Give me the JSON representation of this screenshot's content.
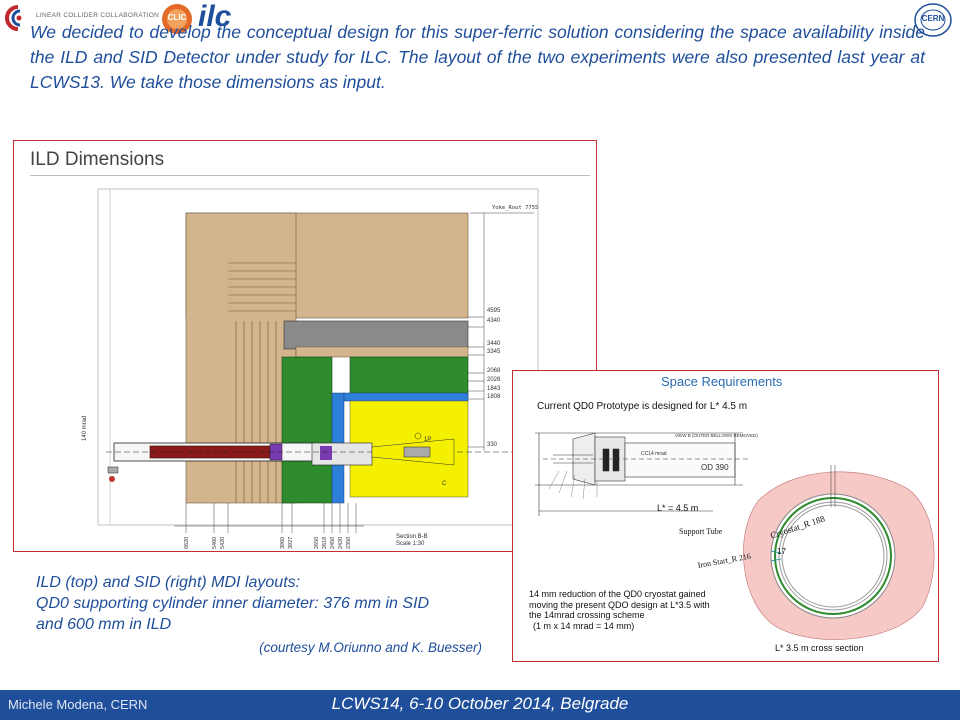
{
  "header": {
    "logo_lcc_text": "LINEAR COLLIDER COLLABORATION",
    "logo_clic_text": "CLIC",
    "logo_ilc_text": "ilc",
    "logo_cern_text": "CERN"
  },
  "intro_text": "We decided to develop the conceptual design for this super-ferric solution considering the space availability inside the ILD and SID Detector under study for ILC. The layout of the two experiments were also presented last year at LCWS13. We take those dimensions as input.",
  "ild_figure": {
    "title": "ILD Dimensions",
    "yoke_label": "Yoke_Rout 7755",
    "angle_label": "140 mrad",
    "right_dims": [
      "4595",
      "4340",
      "3440",
      "3345",
      "2068",
      "2028",
      "1843",
      "1808",
      "330"
    ],
    "bottom_dims": [
      "6620",
      "5460",
      "5420",
      "3960",
      "3927",
      "2650",
      "2618",
      "2450",
      "2420",
      "2350"
    ],
    "marker_1": "1P",
    "marker_2": "C",
    "section_label": "Section B-B",
    "scale_label": "Scale 1:30"
  },
  "sid_figure": {
    "title": "Space Requirements",
    "subtitle": "Current QD0 Prototype is designed for L* 4.5 m",
    "view_label": "VIEW B (OUTER BELLOWS REMOVED)",
    "mrad_label": "CC14 mrad",
    "od_label": "OD 390",
    "lstar_label": "L* = 4.5 m",
    "support_tube": "Support Tube",
    "cryostat_label": "Cryostat_R 188",
    "dim_17": "17",
    "iron_start": "Iron Start_R 216",
    "note_lines": [
      "14 mm reduction of the QD0 cryostat gained",
      "moving the present QDO design at L*3.5 with",
      "the 14mrad crossing scheme",
      "(1 m x 14 mrad = 14 mm)"
    ],
    "cross_section": "L* 3.5 m cross section"
  },
  "caption_lines": [
    "ILD (top) and  SID (right) MDI layouts:",
    "QD0 supporting cylinder inner diameter: 376 mm in SID",
    "and 600 mm in ILD"
  ],
  "credit": "(courtesy M.Oriunno and K. Buesser)",
  "footer": {
    "author": "Michele Modena, CERN",
    "event": "LCWS14, 6-10 October 2014, Belgrade"
  }
}
